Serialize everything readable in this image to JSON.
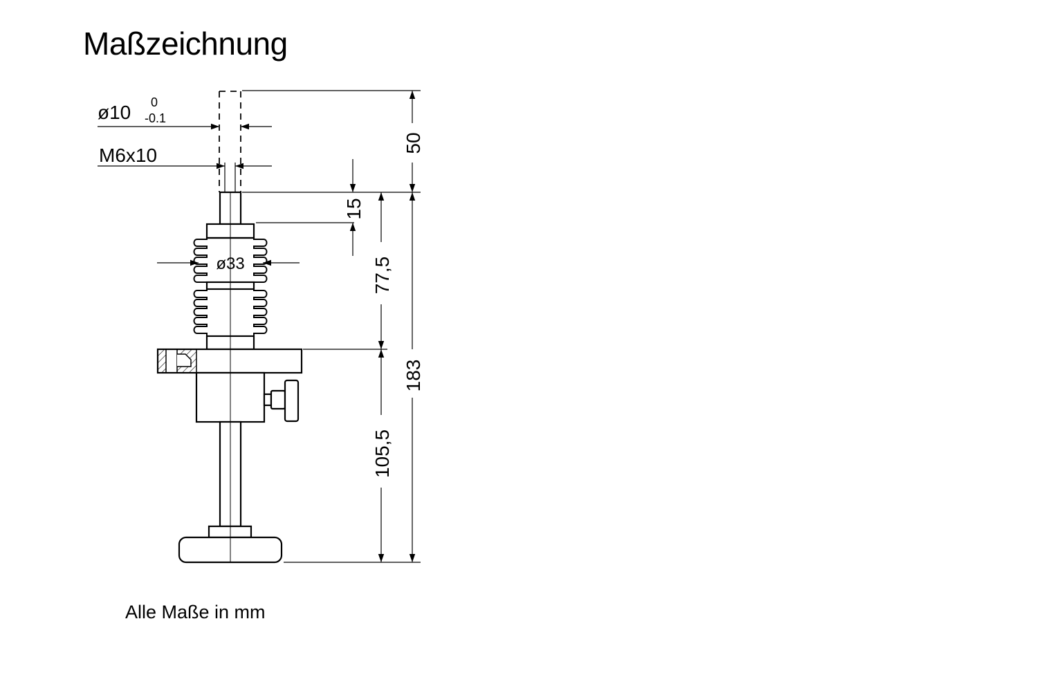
{
  "title": "Maßzeichnung",
  "footnote": "Alle Maße in mm",
  "dimensions": {
    "pin_diameter": "ø10",
    "pin_tolerance_upper": "0",
    "pin_tolerance_lower": "-0.1",
    "thread": "M6x10",
    "bellows_diameter": "ø33",
    "pin_length": "50",
    "top_section": "15",
    "bellows_height": "77,5",
    "total_height": "183",
    "lower_height": "105,5"
  },
  "colors": {
    "line": "#000000",
    "background": "#ffffff"
  }
}
